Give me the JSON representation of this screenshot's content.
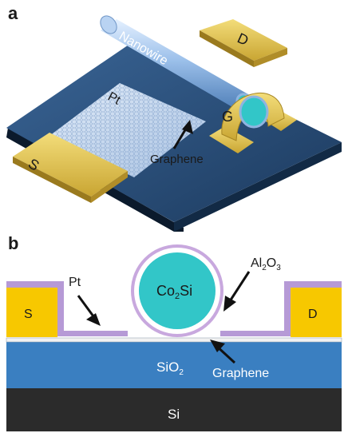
{
  "panel_a": {
    "letter": "a",
    "labels": {
      "source": "S",
      "drain": "D",
      "gate": "G",
      "nanowire": "Nanowire",
      "platinum": "Pt",
      "graphene": "Graphene"
    }
  },
  "panel_b": {
    "letter": "b",
    "labels": {
      "source": "S",
      "drain": "D",
      "platinum": "Pt",
      "core": "Co",
      "core_sub": "2",
      "core_tail": "Si",
      "shell_pre": "Al",
      "shell_sub1": "2",
      "shell_mid": "O",
      "shell_sub2": "3",
      "oxide_pre": "SiO",
      "oxide_sub": "2",
      "graphene": "Graphene",
      "substrate": "Si"
    }
  },
  "colors": {
    "chip_top": "#23466e",
    "chip_side_dark": "#0d1f33",
    "gold": "#e8c84a",
    "pt_sheet": "#c9d9ef",
    "nanowire_shell": "#9bbde6",
    "nanowire_core": "#32c6c8",
    "al2o3": "#c8a8de",
    "sio2": "#3a7fc1",
    "si": "#2b2b2b",
    "contact_yellow": "#f7c800"
  }
}
